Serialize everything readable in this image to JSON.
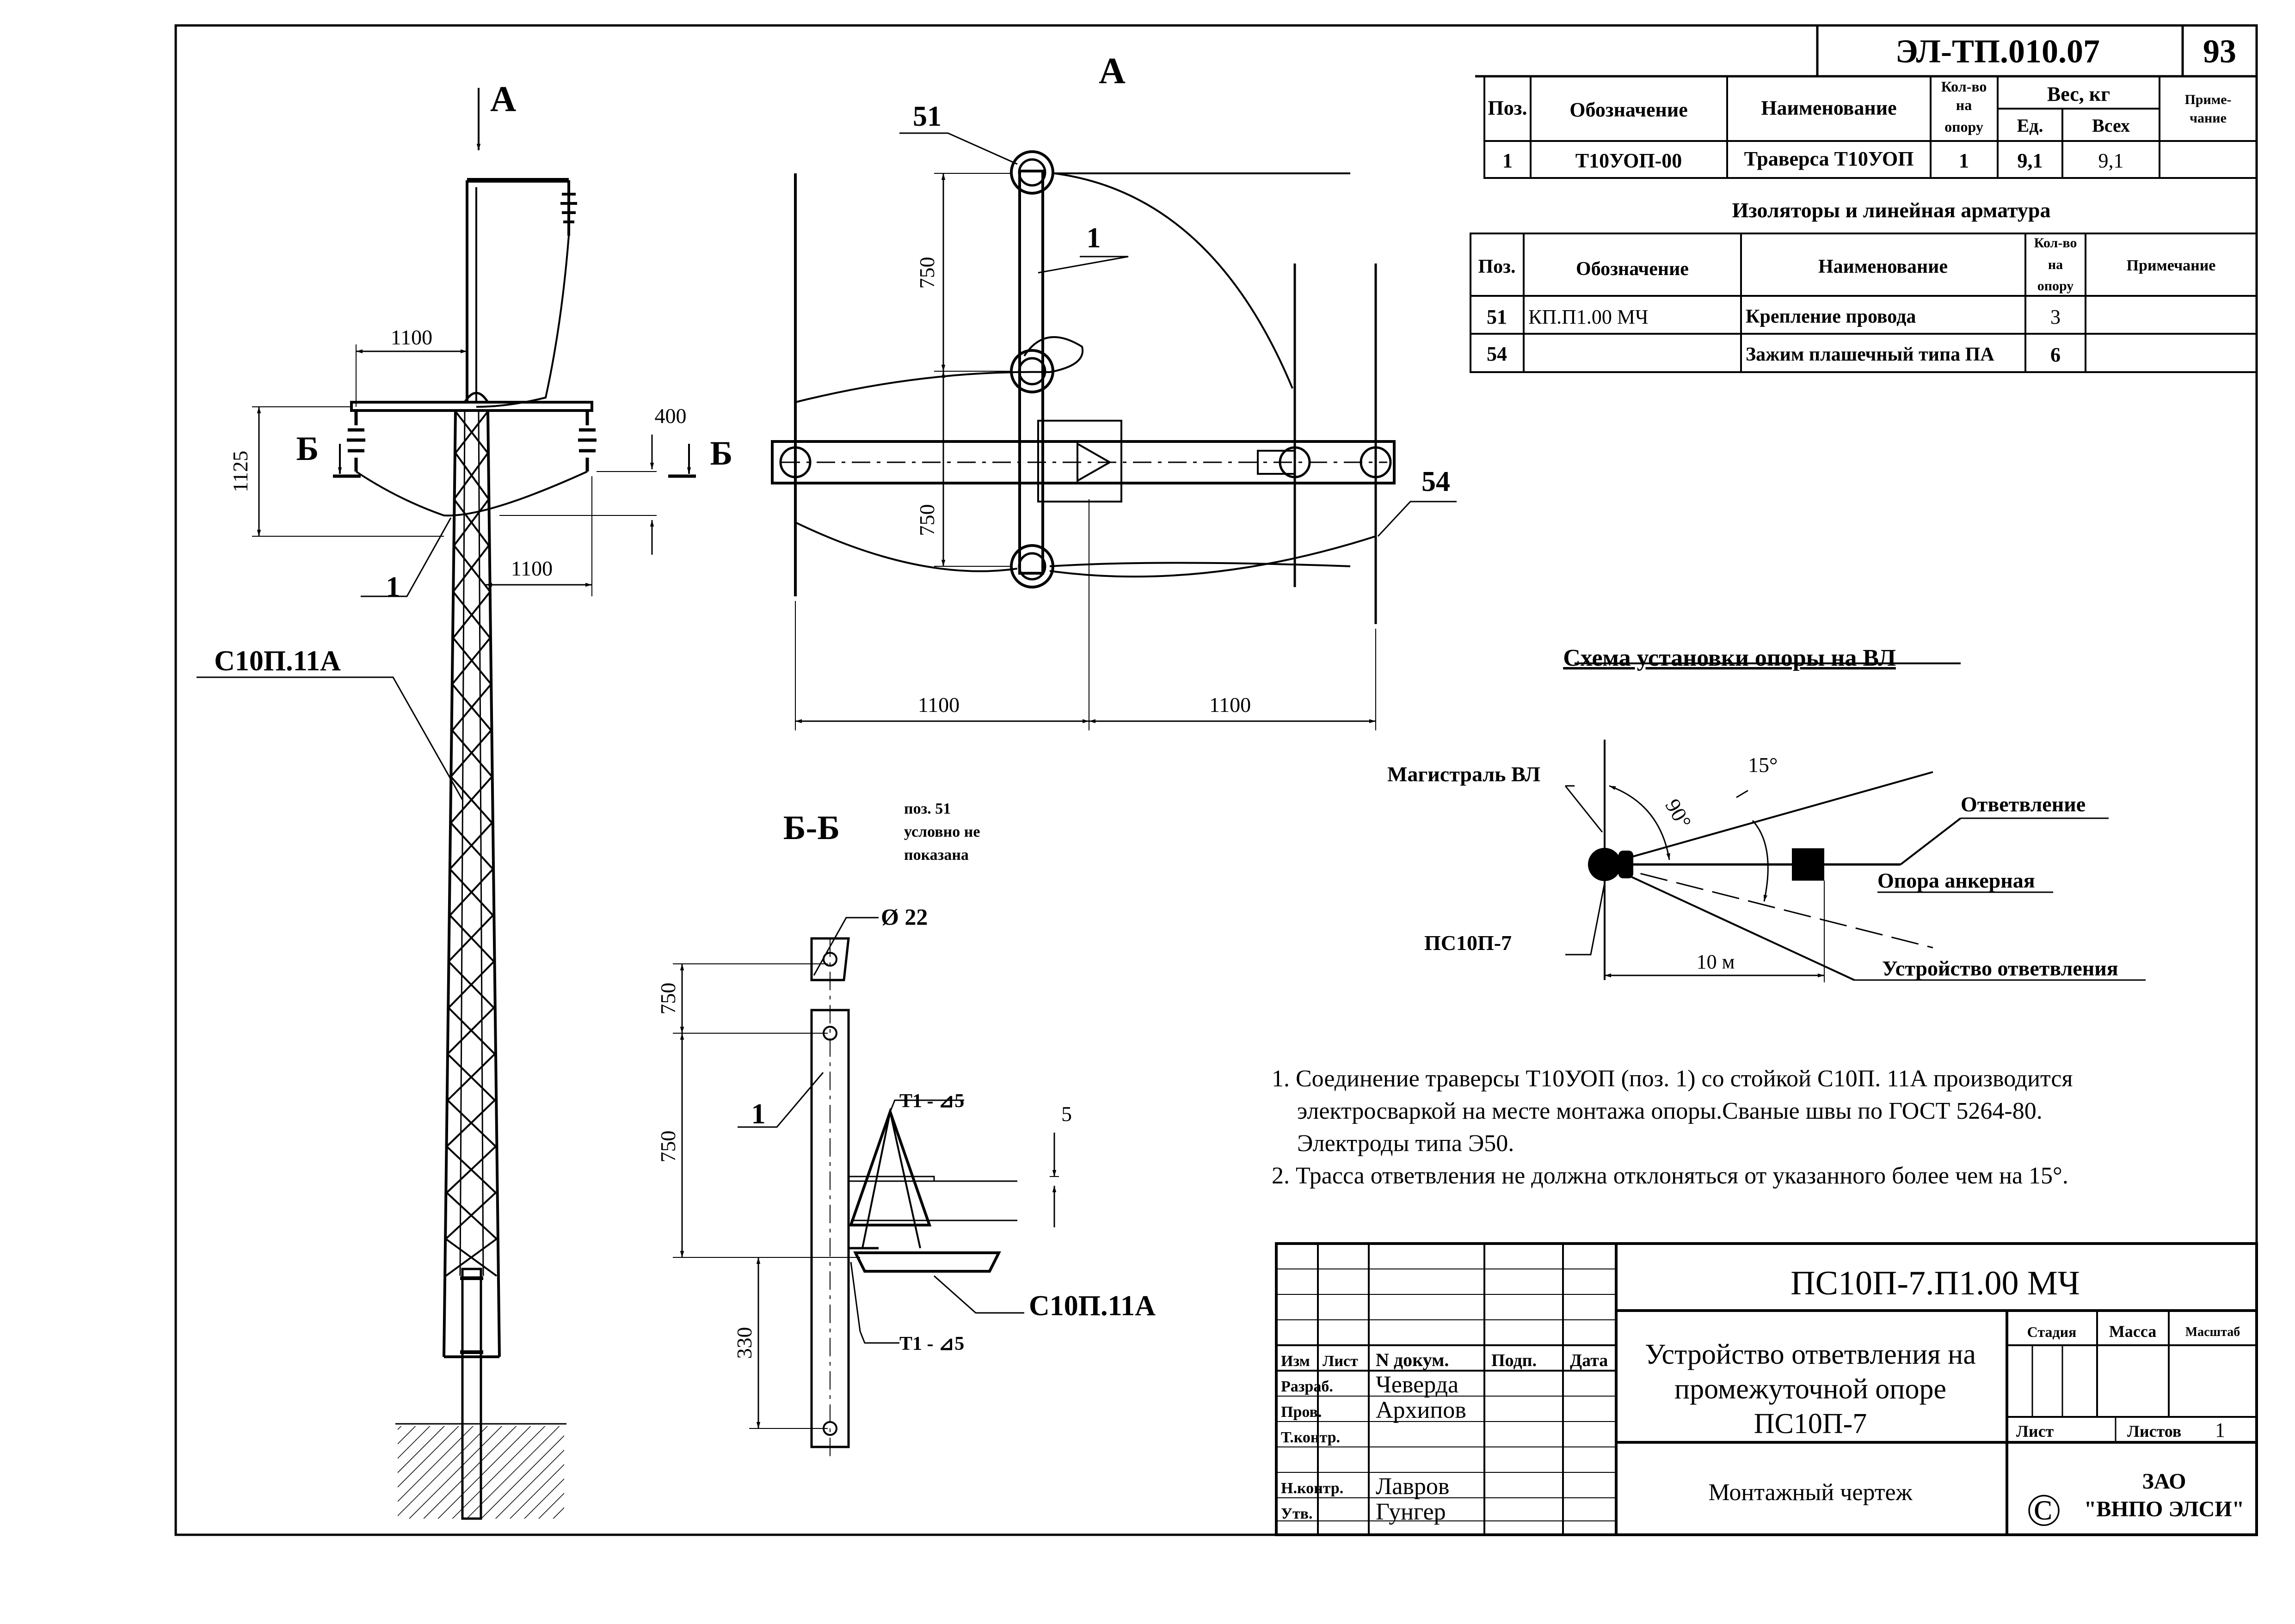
{
  "doc_code": "ЭЛ-ТП.010.07",
  "page_number": "93",
  "views": {
    "view_a_arrow": "А",
    "view_a_title": "А",
    "section_mark": "Б",
    "section_title": "Б-Б",
    "section_note": [
      "поз. 51",
      "условно не",
      "показана"
    ]
  },
  "pole_labels": {
    "pole_type": "С10П.11А",
    "pos1": "1",
    "dim_1100_top": "1100",
    "dim_1100_right": "1100",
    "dim_1125": "1125",
    "dim_400": "400"
  },
  "view_a_labels": {
    "pos51": "51",
    "pos1": "1",
    "pos54": "54",
    "dim_750_top": "750",
    "dim_750_bottom": "750",
    "dim_1100_left": "1100",
    "dim_1100_right": "1100"
  },
  "section_labels": {
    "diameter": "Ø 22",
    "pos1": "1",
    "dim_750_top": "750",
    "dim_750_mid": "750",
    "dim_330": "330",
    "dim_5": "5",
    "weld_top": "Т1 - ⊿5",
    "weld_bottom": "Т1 - ⊿5",
    "pole_type": "С10П.11А"
  },
  "table_main": {
    "headers": {
      "pos": "Поз.",
      "designation": "Обозначение",
      "name": "Наименование",
      "qty": [
        "Кол-во",
        "на",
        "опору"
      ],
      "weight": "Вес, кг",
      "weight_unit": "Ед.",
      "weight_total": "Всех",
      "note": [
        "Приме-",
        "чание"
      ]
    },
    "rows": [
      {
        "pos": "1",
        "designation": "Т10УОП-00",
        "name": "Траверса Т10УОП",
        "qty": "1",
        "unit": "9,1",
        "total": "9,1",
        "note": ""
      }
    ]
  },
  "table_insulators": {
    "title": "Изоляторы и линейная арматура",
    "headers": {
      "pos": "Поз.",
      "designation": "Обозначение",
      "name": "Наименование",
      "qty": [
        "Кол-во",
        "на",
        "опору"
      ],
      "note": "Примечание"
    },
    "rows": [
      {
        "pos": "51",
        "designation": "КП.П1.00 МЧ",
        "name": "Крепление провода",
        "qty": "3",
        "note": ""
      },
      {
        "pos": "54",
        "designation": "",
        "name": "Зажим плашечный типа ПА",
        "qty": "6",
        "note": ""
      }
    ]
  },
  "scheme": {
    "title": "Схема установки опоры на ВЛ",
    "main_line": "Магистраль ВЛ",
    "angle_90": "90°",
    "angle_15": "15°",
    "branch": "Ответвление",
    "anchor_pole": "Опора анкерная",
    "pole": "ПС10П-7",
    "distance": "10 м",
    "branch_device": "Устройство ответвления"
  },
  "notes": [
    "1. Соединение траверсы Т10УОП (поз. 1) со стойкой С10П. 11А производится",
    "электросваркой на месте монтажа опоры.Сваные швы по ГОСТ 5264-80.",
    "Электроды типа Э50.",
    "2. Трасса ответвления не должна отклоняться от указанного более чем на 15°."
  ],
  "title_block": {
    "code": "ПС10П-7.П1.00 МЧ",
    "title": [
      "Устройство ответвления на",
      "промежуточной опоре",
      "ПС10П-7"
    ],
    "subtitle": "Монтажный чертеж",
    "col_izm": "Изм",
    "col_list": "Лист",
    "col_doc": "N докум.",
    "col_sign": "Подп.",
    "col_date": "Дата",
    "role_dev": "Разраб.",
    "role_check": "Пров.",
    "role_tcontrol": "Т.контр.",
    "role_ncontrol": "Н.контр.",
    "role_approve": "Утв.",
    "name_dev": "Чеверда",
    "name_check": "Архипов",
    "name_ncontrol": "Лавров",
    "name_approve": "Гунгер",
    "stage": "Стадия",
    "mass": "Масса",
    "scale": "Масштаб",
    "sheet": "Лист",
    "sheets": "Листов",
    "sheets_value": "1",
    "company": [
      "ЗАО",
      "\"ВНПО ЭЛСИ\""
    ],
    "copyright": "©"
  }
}
